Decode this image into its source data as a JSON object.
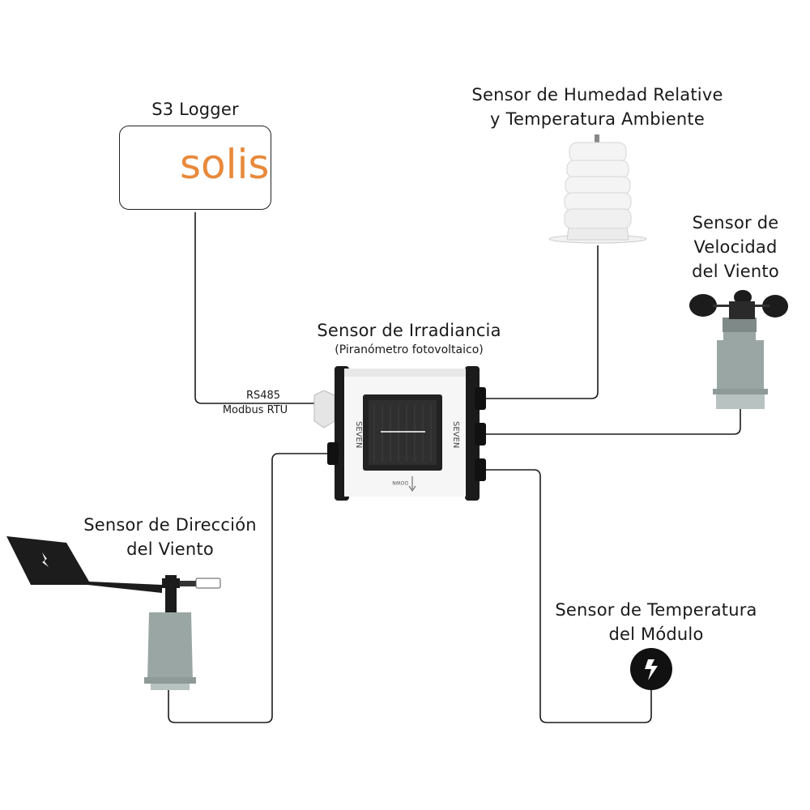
{
  "logger": {
    "title": "S3 Logger",
    "brand": "solis",
    "brand_color": "#e8893a"
  },
  "link": {
    "protocol": "RS485",
    "protocol_detail": "Modbus RTU"
  },
  "center": {
    "title": "Sensor de Irradiancia",
    "subtitle": "(Piranómetro fotovoltaico)",
    "device_brand": "SEVEN",
    "device_marking": "DOWN"
  },
  "sensors": {
    "humidity": {
      "line1": "Sensor de Humedad Relative",
      "line2": "y Temperatura Ambiente"
    },
    "wind_speed": {
      "line1": "Sensor de",
      "line2": "Velocidad",
      "line3": "del Viento"
    },
    "wind_direction": {
      "line1": "Sensor de Dirección",
      "line2": "del Viento"
    },
    "module_temp": {
      "line1": "Sensor de Temperatura",
      "line2": "del Módulo"
    }
  }
}
